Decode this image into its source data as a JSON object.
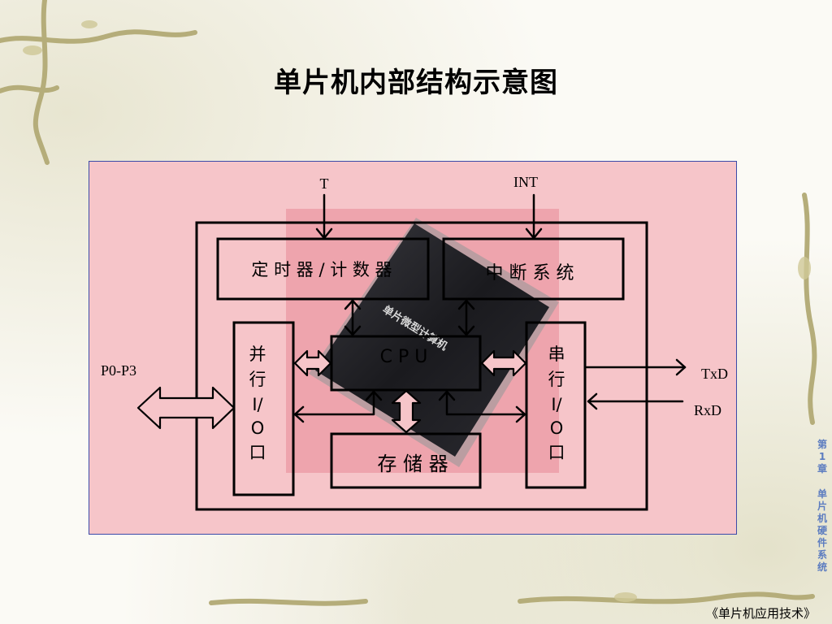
{
  "slide": {
    "title": "单片机内部结构示意图",
    "book_title": "《单片机应用技术》",
    "chapter_number_glyphs": [
      "第",
      "1",
      "章"
    ],
    "chapter_name_glyphs": [
      "单",
      "片",
      "机",
      "硬",
      "件",
      "系",
      "统"
    ]
  },
  "diagram": {
    "inputs": {
      "timer": "T",
      "interrupt": "INT"
    },
    "blocks": {
      "timer_counter": "定 时 器 / 计 数 器",
      "interrupt_system": "中 断 系 统",
      "cpu": "C P U",
      "memory": "存 储 器",
      "parallel_io": [
        "并",
        "行",
        "I/",
        "O",
        "口"
      ],
      "serial_io": [
        "串",
        "行",
        "I/",
        "O",
        "口"
      ]
    },
    "ports": {
      "parallel": "P0-P3",
      "txd": "TxD",
      "rxd": "RxD"
    },
    "chip_photo_text": "单片微型计算机"
  },
  "colors": {
    "panel": "#f6c5c9",
    "panel_border": "#3b4aa8",
    "chapter_label": "#5c7cc0"
  }
}
